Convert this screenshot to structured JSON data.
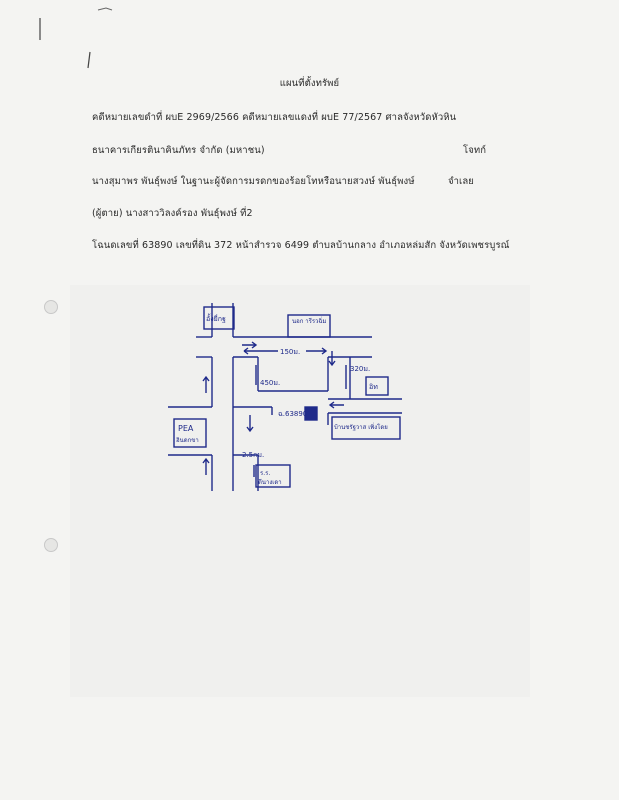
{
  "header": {
    "title": "แผนที่ตั้งทรัพย์"
  },
  "case": {
    "line1": "คดีหมายเลขดำที่  ผบE 2969/2566  คดีหมายเลขแดงที่  ผบE 77/2567  ศาลจังหวัดหัวหิน",
    "plaintiff": "ธนาคารเกียรตินาคินภัทร  จำกัด (มหาชน)",
    "plaintiff_role": "โจทก์",
    "defendant": "นางสุมาพร  พันธุ์พงษ์  ในฐานะผู้จัดการมรดกของร้อยโทหรือนายสวงษ์  พันธุ์พงษ์",
    "defendant_role": "จำเลย",
    "defendant_2": "(ผู้ตาย)  นางสาววิลงค์รอง  พันธุ์พงษ์  ที่2",
    "deed": "โฉนดเลขที่ 63890  เลขที่ดิน 372  หน้าสำรวจ 6499  ตำบลบ้านกลาง  อำเภอหล่มสัก  จังหวัดเพชรบูรณ์"
  },
  "map": {
    "labels": {
      "shop": "อั้งยี่กฐ",
      "school": "นอก ารีรวฉิ่ม",
      "dist_150": "150ม.",
      "dist_320": "320ม.",
      "shop2": "อิท",
      "dist_450": "450ม.",
      "deed_no": "ฉ.63890",
      "house": "บ้านชรัฐวาส เพิ่งโดย",
      "pea": "PEA",
      "pea_sub": "ฮินดกขา",
      "dist_25km": "2.5กม.",
      "rp": "ร.ร.",
      "rp_sub": "ดีนางเดา"
    },
    "ink_color": "#1f2a8a"
  }
}
